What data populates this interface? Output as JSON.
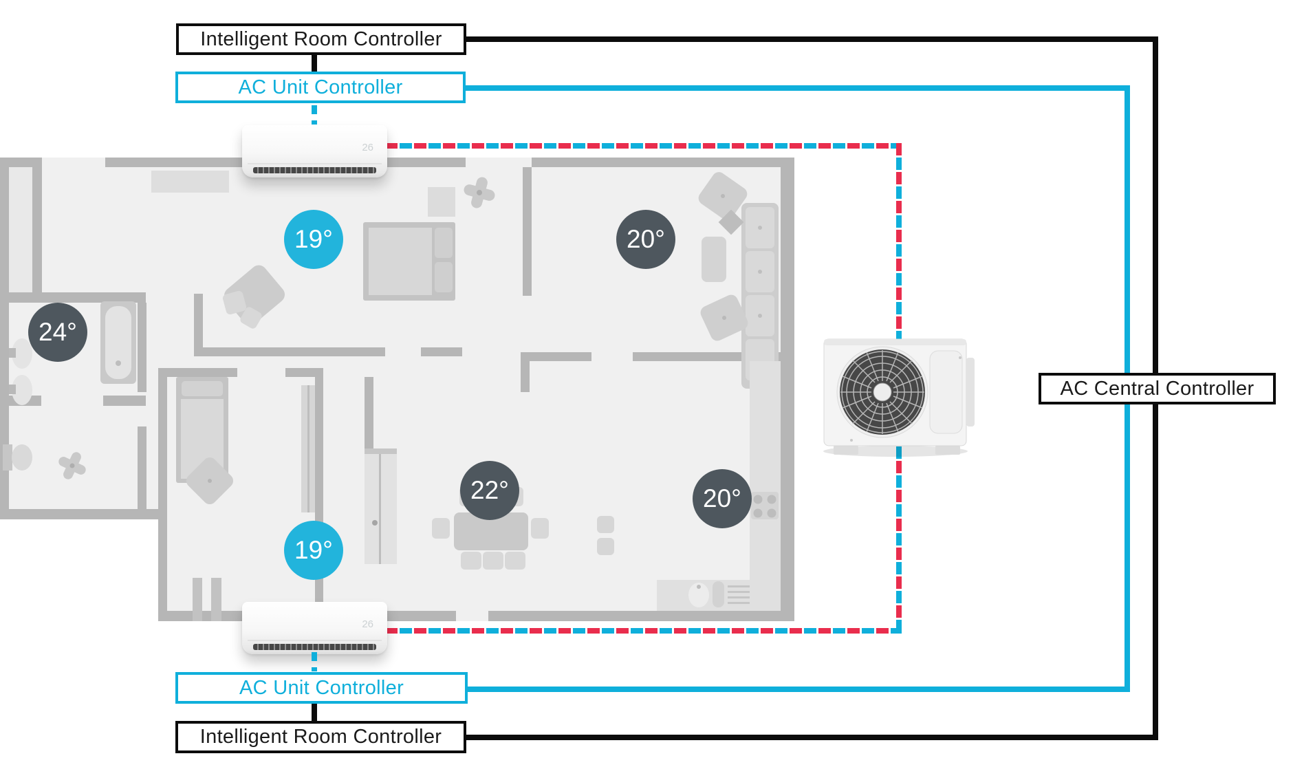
{
  "diagram": {
    "controllers": {
      "top_room": "Intelligent Room Controller",
      "top_unit": "AC Unit Controller",
      "central": "AC Central Controller",
      "bottom_unit": "AC Unit Controller",
      "bottom_room": "Intelligent Room Controller"
    },
    "room_temperatures": [
      {
        "room": "bedroom-top",
        "value": "19°",
        "state": "cooling"
      },
      {
        "room": "living-room",
        "value": "20°",
        "state": "normal"
      },
      {
        "room": "bathroom",
        "value": "24°",
        "state": "normal"
      },
      {
        "room": "dining-room",
        "value": "22°",
        "state": "normal"
      },
      {
        "room": "kitchen",
        "value": "20°",
        "state": "normal"
      },
      {
        "room": "bedroom-bottom",
        "value": "19°",
        "state": "cooling"
      }
    ],
    "indoor_unit_display": "26",
    "colors": {
      "line_black": "#0c0c0c",
      "line_cyan": "#0fafdb",
      "pipe_red": "#e92d4d",
      "badge_dark": "#4e575e",
      "badge_cool": "#22b4dc"
    }
  }
}
